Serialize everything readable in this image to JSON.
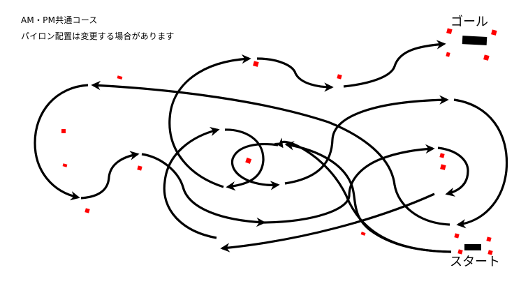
{
  "notes": {
    "line1": "AM・PM共通コース",
    "line2": "パイロン配置は変更する場合があります"
  },
  "labels": {
    "goal": "ゴール",
    "start": "スタート"
  },
  "colors": {
    "pylon": "#ff0000",
    "path": "#000000",
    "car_box": "#000000",
    "background": "#ffffff"
  },
  "icons": {
    "pylon": "red-square-marker",
    "start_box": "black-rectangle",
    "goal_box": "black-rectangle",
    "arrow": "arrowhead"
  }
}
